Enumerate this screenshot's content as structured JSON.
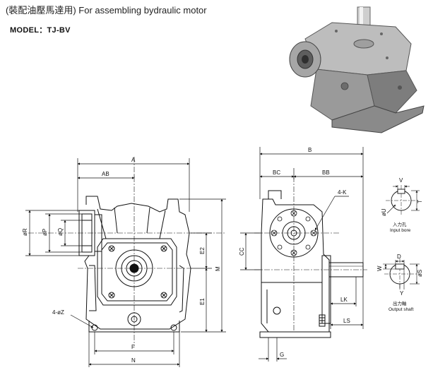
{
  "header": {
    "title": "(裝配油壓馬達用)  For assembling bydraulic motor",
    "model": "MODEL：TJ-BV"
  },
  "front_view": {
    "dims": {
      "a": "A",
      "ab": "AB",
      "r": "øR",
      "p": "øP",
      "q": "øQ",
      "e2": "E2",
      "e1": "E1",
      "m": "M",
      "az": "4-øZ",
      "f": "F",
      "n": "N"
    }
  },
  "side_view": {
    "dims": {
      "b": "B",
      "bc": "BC",
      "bb": "BB",
      "k": "4-K",
      "cc": "CC",
      "lk": "LK",
      "ls": "LS",
      "g": "G"
    }
  },
  "input_bore": {
    "dims": {
      "v": "V",
      "t": "T",
      "u": "øU"
    },
    "caption_cn": "入力孔",
    "caption_en": "Input bore"
  },
  "output_shaft": {
    "dims": {
      "d": "D",
      "w": "W",
      "s": "øS",
      "y": "Y"
    },
    "caption_cn": "出力軸",
    "caption_en": "Output shaft"
  },
  "photo": {
    "label": "gear-reducer-photo"
  }
}
